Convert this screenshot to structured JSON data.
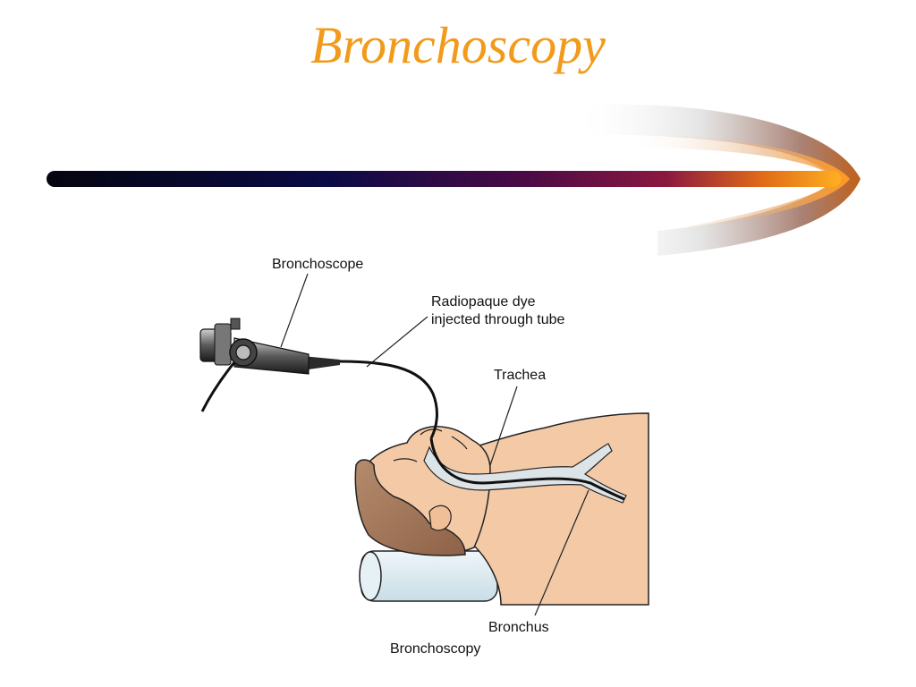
{
  "slide": {
    "title": "Bronchoscopy"
  },
  "colors": {
    "title": "#f29a1a",
    "bar_start": "#050510",
    "bar_mid": "#5a0a4a",
    "bar_end": "#ffb020",
    "skin": "#f3c9a6",
    "hair": "#a97c5f",
    "pillow": "#dcecf2",
    "airway": "#dde4e8"
  },
  "diagram": {
    "labels": {
      "bronchoscope": "Bronchoscope",
      "dye_line1": "Radiopaque dye",
      "dye_line2": "injected through tube",
      "trachea": "Trachea",
      "bronchus": "Bronchus",
      "caption": "Bronchoscopy"
    }
  }
}
